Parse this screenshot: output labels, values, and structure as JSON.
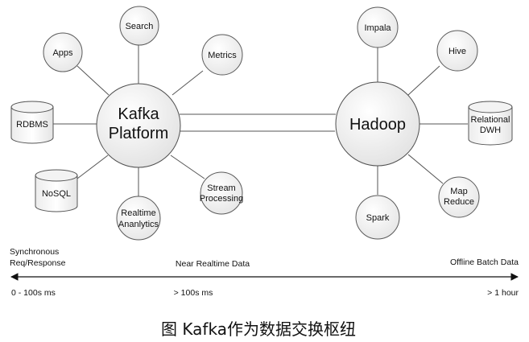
{
  "kafka_hub": {
    "line1": "Kafka",
    "line2": "Platform"
  },
  "hadoop_hub": {
    "label": "Hadoop"
  },
  "kafka_nodes": {
    "search": "Search",
    "apps": "Apps",
    "metrics": "Metrics",
    "stream": [
      "Stream",
      "Processing"
    ],
    "realtime": [
      "Realtime",
      "Ananlytics"
    ]
  },
  "kafka_stores": {
    "rdbms": "RDBMS",
    "nosql": "NoSQL"
  },
  "hadoop_nodes": {
    "impala": "Impala",
    "hive": "Hive",
    "spark": "Spark",
    "mapreduce": [
      "Map",
      "Reduce"
    ]
  },
  "hadoop_stores": {
    "relational": [
      "Relational",
      "DWH"
    ]
  },
  "axis": {
    "left_top_line1": "Synchronous",
    "left_top_line2": "Req/Response",
    "middle_top": "Near Realtime Data",
    "right_top": "Offline Batch Data",
    "left_bottom": "0 - 100s ms",
    "middle_bottom": "> 100s ms",
    "right_bottom": "> 1 hour"
  },
  "caption": "图 Kafka作为数据交换枢纽"
}
